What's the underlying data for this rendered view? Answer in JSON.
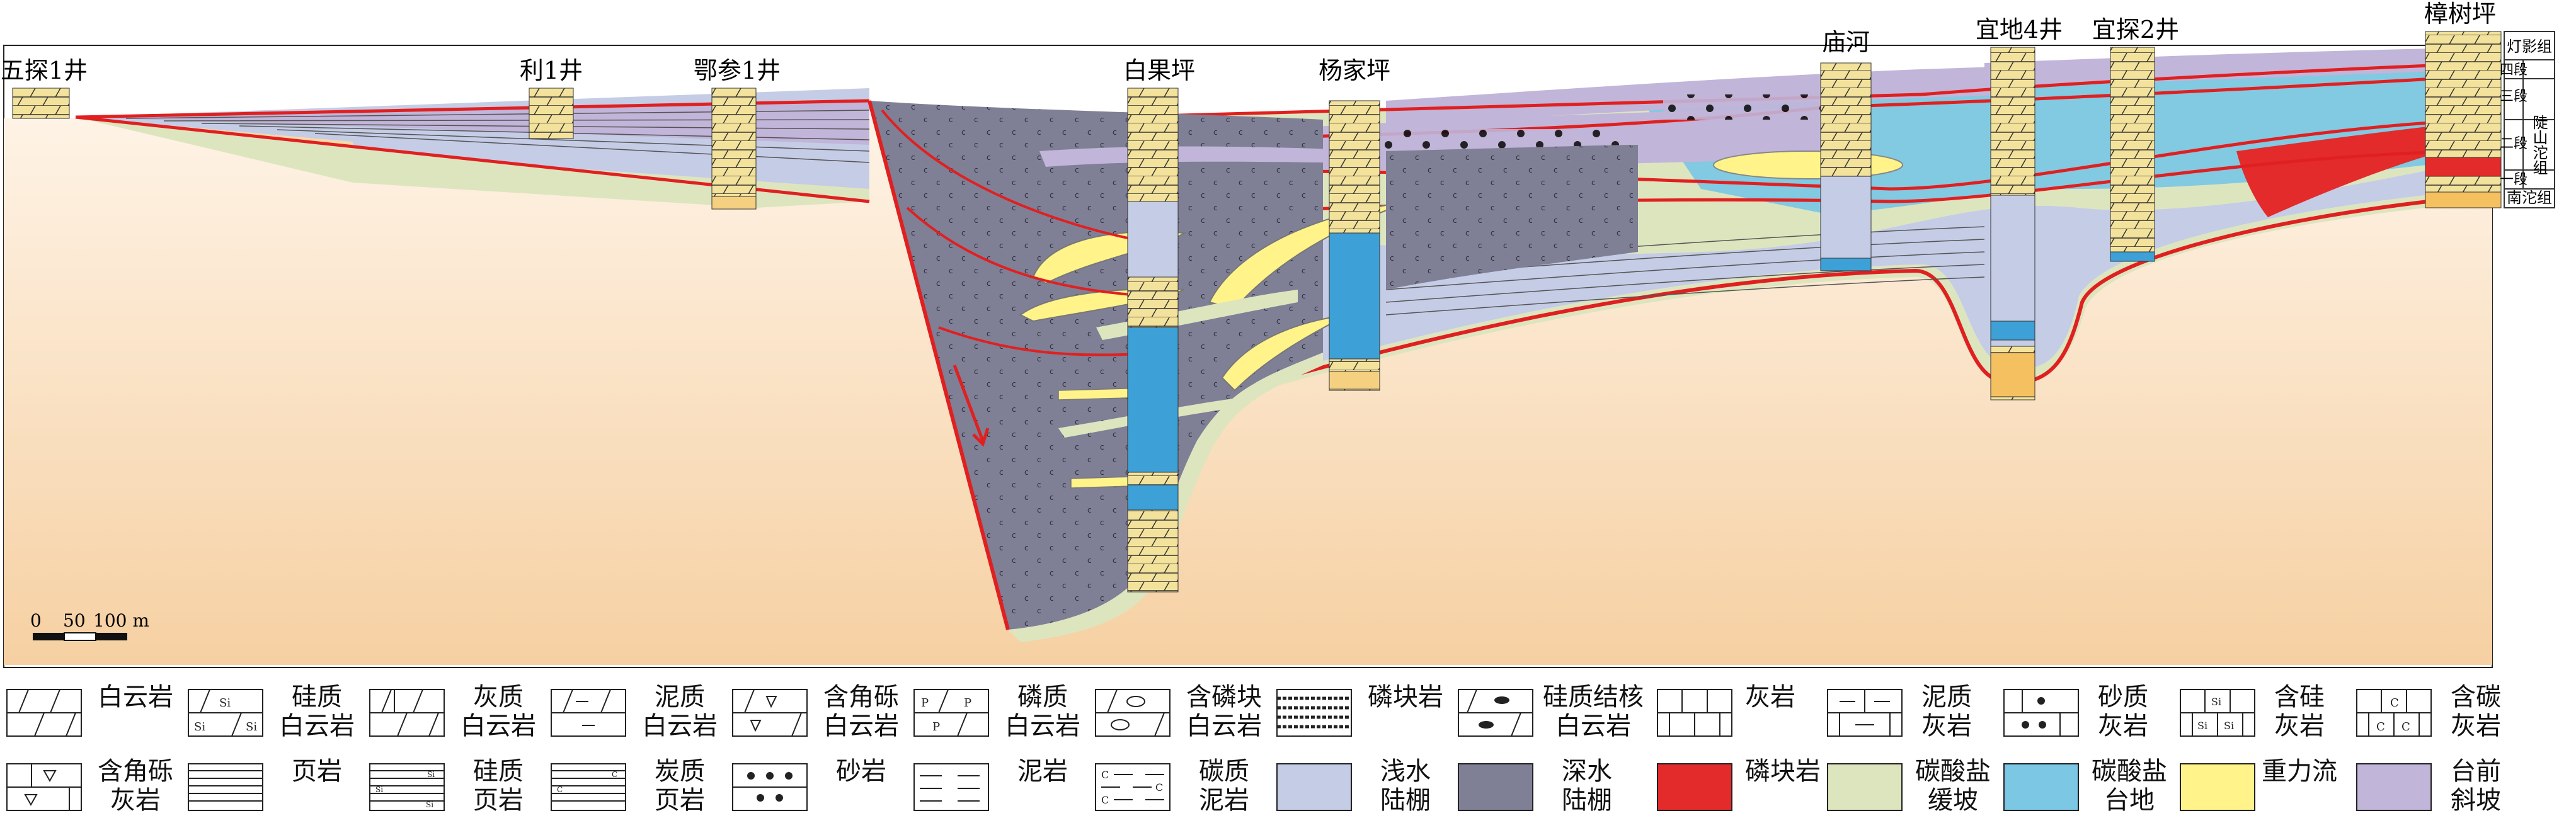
{
  "wells": [
    {
      "id": "w1",
      "name": "五探1井"
    },
    {
      "id": "w2",
      "name": "利1井"
    },
    {
      "id": "w3",
      "name": "鄂参1井"
    },
    {
      "id": "w4",
      "name": "白果坪"
    },
    {
      "id": "w5",
      "name": "杨家坪"
    },
    {
      "id": "w6",
      "name": "庙河"
    },
    {
      "id": "w7",
      "name": "宜地4井"
    },
    {
      "id": "w8",
      "name": "宜探2井"
    },
    {
      "id": "w9",
      "name": "樟树坪"
    }
  ],
  "strata": {
    "dengying": "灯影组",
    "member4": "四段",
    "member3": "三段",
    "member2": "二段",
    "member1": "一段",
    "nantuo": "南沱组",
    "doushantuo": "陡山沱组"
  },
  "scale": {
    "zero": "0",
    "fifty": "50",
    "hundred": "100 m"
  },
  "legend_row1": [
    {
      "key": "dolomite",
      "label": "白云岩"
    },
    {
      "key": "siliceous_dolomite",
      "label": "硅质\n白云岩"
    },
    {
      "key": "calcareous_dolomite",
      "label": "灰质\n白云岩"
    },
    {
      "key": "muddy_dolomite",
      "label": "泥质\n白云岩"
    },
    {
      "key": "breccia_dolomite",
      "label": "含角砾\n白云岩"
    },
    {
      "key": "phosphatic_dolomite",
      "label": "磷质\n白云岩"
    },
    {
      "key": "phosphate_nodule_dolomite",
      "label": "含磷块\n白云岩"
    },
    {
      "key": "phosphorite",
      "label": "磷块岩"
    },
    {
      "key": "chert_nodule_dolomite",
      "label": "硅质结核\n白云岩"
    },
    {
      "key": "limestone",
      "label": "灰岩"
    },
    {
      "key": "muddy_limestone",
      "label": "泥质\n灰岩"
    },
    {
      "key": "sandy_limestone",
      "label": "砂质\n灰岩"
    },
    {
      "key": "siliceous_limestone",
      "label": "含硅\n灰岩"
    },
    {
      "key": "carbon_limestone",
      "label": "含碳\n灰岩"
    }
  ],
  "legend_row2": [
    {
      "key": "breccia_limestone",
      "label": "含角砾\n灰岩"
    },
    {
      "key": "shale",
      "label": "页岩"
    },
    {
      "key": "siliceous_shale",
      "label": "硅质\n页岩"
    },
    {
      "key": "carbon_shale",
      "label": "炭质\n页岩"
    },
    {
      "key": "sandstone",
      "label": "砂岩"
    },
    {
      "key": "mudstone",
      "label": "泥岩"
    },
    {
      "key": "carbon_mudstone",
      "label": "碳质\n泥岩"
    },
    {
      "key": "shallow_shelf",
      "label": "浅水\n陆棚"
    },
    {
      "key": "deep_shelf",
      "label": "深水\n陆棚"
    },
    {
      "key": "phosphorite_facies",
      "label": "磷块岩"
    },
    {
      "key": "carbonate_ramp",
      "label": "碳酸盐\n缓坡"
    },
    {
      "key": "carbonate_platform",
      "label": "碳酸盐\n台地"
    },
    {
      "key": "gravity_flow",
      "label": "重力流"
    },
    {
      "key": "foreslope",
      "label": "台前\n斜坡"
    }
  ],
  "colors": {
    "shallow_shelf": "#c5cce6",
    "deep_shelf": "#7f7f96",
    "phosphorite": "#e32b2b",
    "carbonate_ramp": "#dde5bf",
    "carbonate_platform": "#7cc7e4",
    "gravity_flow": "#fff38a",
    "foreslope": "#c1b5d9",
    "well_column": "#f3e29b",
    "boundary": "#e02020",
    "basement_top": "#fbe8cf",
    "basement_bottom": "#f7d3a8"
  }
}
